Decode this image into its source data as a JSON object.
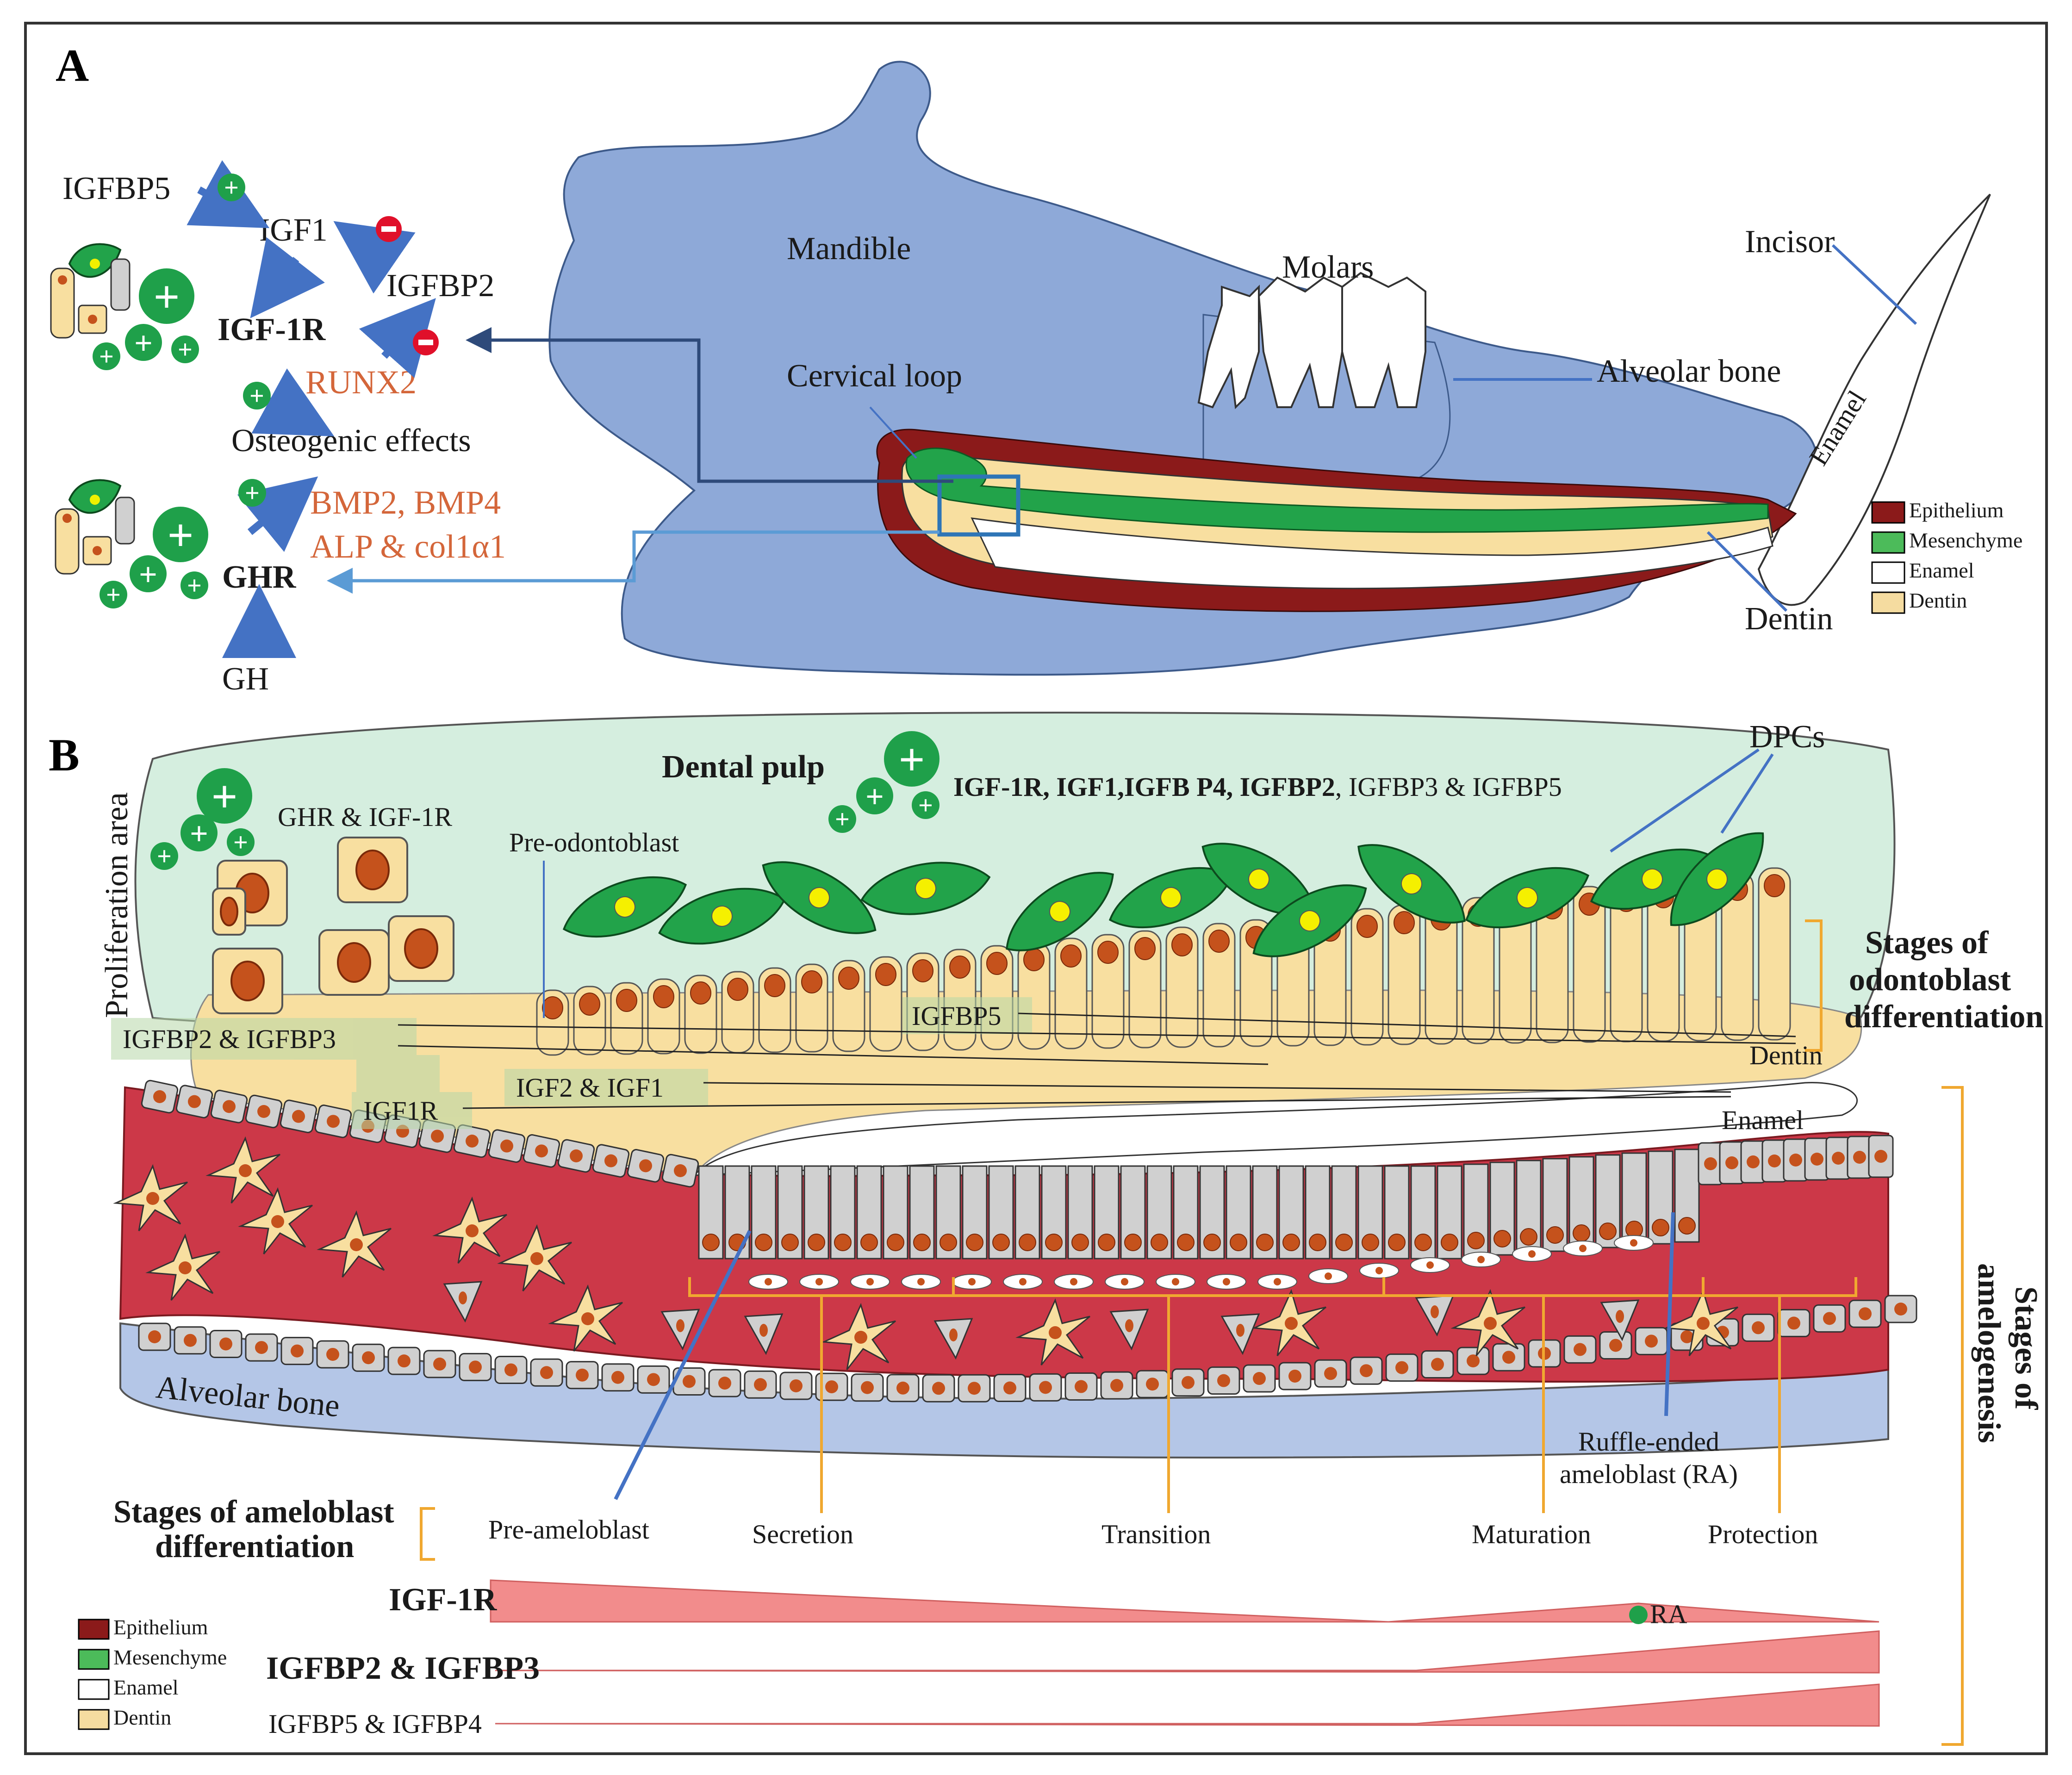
{
  "panels": {
    "a": "A",
    "b": "B"
  },
  "panelA": {
    "igfbp5": "IGFBP5",
    "igf1": "IGF1",
    "igfbp2": "IGFBP2",
    "igf1r": "IGF-1R",
    "runx2": "RUNX2",
    "osteogenic": "Osteogenic effects",
    "bmp": "BMP2, BMP4",
    "alp": "ALP & col1α1",
    "ghr": "GHR",
    "gh": "GH",
    "mandible": "Mandible",
    "molars": "Molars",
    "incisor": "Incisor",
    "cervical_loop": "Cervical loop",
    "alveolar_bone": "Alveolar bone",
    "enamel": "Enamel",
    "dentin": "Dentin"
  },
  "panelB": {
    "proliferation_area": "Proliferation area",
    "ghr_igf1r": "GHR & IGF-1R",
    "dental_pulp": "Dental pulp",
    "factors_bold": "IGF-1R, IGF1,IGFB P4, IGFBP2",
    "factors_rest": ", IGFBP3 & IGFBP5",
    "dpcs": "DPCs",
    "pre_odontoblast": "Pre-odontoblast",
    "igfbp5": "IGFBP5",
    "igfbp2_igfbp3": "IGFBP2 & IGFBP3",
    "igf2_igf1": "IGF2 & IGF1",
    "igf1r": "IGF1R",
    "stages_odonto_1": "Stages of",
    "stages_odonto_2": "odontoblast",
    "stages_odonto_3": "differentiation",
    "dentin": "Dentin",
    "enamel": "Enamel",
    "alveolar_bone": "Alveolar bone",
    "ruffle_1": "Ruffle-ended",
    "ruffle_2": "ameloblast (RA)",
    "stages_amelo_1": "Stages of",
    "stages_amelo_2": "amelogenesis",
    "stages_ameloblast_1": "Stages of ameloblast",
    "stages_ameloblast_2": "differentiation",
    "pre_ameloblast": "Pre-ameloblast",
    "secretion": "Secretion",
    "transition": "Transition",
    "maturation": "Maturation",
    "protection": "Protection",
    "expr_igf1r": "IGF-1R",
    "ra": "RA",
    "expr_igfbp23": "IGFBP2 & IGFBP3",
    "expr_igfbp54": "IGFBP5 & IGFBP4"
  },
  "legend": {
    "items": [
      {
        "label": "Epithelium",
        "color": "#8b1a1a"
      },
      {
        "label": "Mesenchyme",
        "color": "#4cbb5a"
      },
      {
        "label": "Enamel",
        "color": "#ffffff"
      },
      {
        "label": "Dentin",
        "color": "#f5dca0"
      }
    ]
  },
  "colors": {
    "bone_blue": "#8ea9d8",
    "bone_light": "#b4c6e7",
    "epithelium_red": "#cc3848",
    "dark_red": "#8b1a1a",
    "mesenchyme_green": "#22a34a",
    "pulp_green": "#d5eedf",
    "dentin_yellow": "#f8dfa0",
    "expression_pink": "#f28c8c",
    "arrow_blue": "#4472c4",
    "orange_bracket": "#f0a830"
  }
}
